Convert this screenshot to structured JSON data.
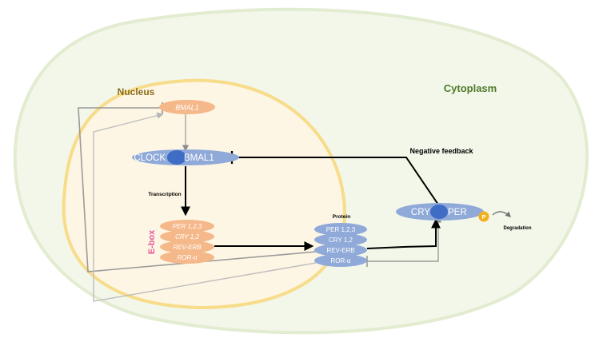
{
  "compartments": {
    "cytoplasm": "Cytoplasm",
    "nucleus": "Nucleus"
  },
  "genes": {
    "bmal1": "BMAL1",
    "ebox": "E-box",
    "per": "PER 1,2,3",
    "cry": "CRY 1,2",
    "reverb": "REV-ERB",
    "ror": "ROR-α"
  },
  "complex": {
    "clock": "CLOCK",
    "bmal1": "BMAL1"
  },
  "proteins": {
    "title": "Protein",
    "per": "PER 1,2,3",
    "cry": "CRY 1,2",
    "reverb": "REV-ERB",
    "ror": "ROR-α"
  },
  "cryper": {
    "cry": "CRY",
    "per": "PER",
    "phospho": "P"
  },
  "labels": {
    "transcription": "Transcription",
    "negative_feedback": "Negative feedback",
    "degradation": "Degradation"
  },
  "colors": {
    "cell_fill": "#f3f7ea",
    "cell_stroke": "#e2ecd0",
    "nucleus_fill": "#fdf6e4",
    "nucleus_stroke": "#f7dc8a",
    "gene": "#f5b88a",
    "protein": "#8fa9d8",
    "joint": "#3f6cc4",
    "ebox": "#e7569a",
    "phospho": "#f2b01e"
  }
}
